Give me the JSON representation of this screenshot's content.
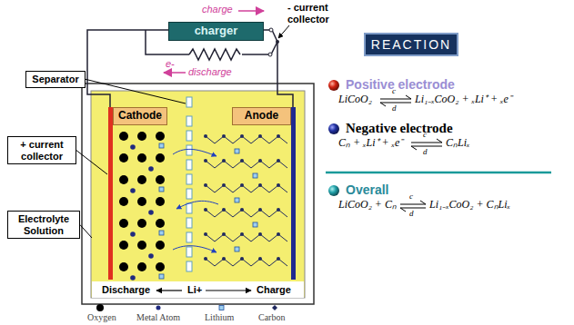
{
  "diagram": {
    "nodes": [
      {
        "text": [
          "charger"
        ]
      },
      {
        "text": [
          "Cathode"
        ]
      },
      {
        "text": [
          "Anode"
        ]
      },
      {
        "text": [
          "Separator"
        ]
      },
      {
        "text": [
          "+ current collector"
        ]
      },
      {
        "text": [
          "Electrolyte Solution"
        ]
      },
      {
        "text": [
          "REACTION"
        ]
      }
    ],
    "labels": [
      "charge",
      "- current collector",
      "e-",
      "discharge",
      "Discharge",
      "Li+",
      "Charge",
      "Positive electrode",
      "LiCoO₂",
      "c",
      "d",
      "Li₁₋ₓCoO₂ + ₓLi⁺ + ₓe⁻",
      "Negative electrode",
      "Cₙ + ₓLi⁺ + ₓe⁻",
      "c",
      "d",
      "CₙLiₓ",
      "Overall",
      "LiCoO₂ + Cₙ",
      "c",
      "d",
      "Li₁₋ₓCoO₂ + CₙLiₓ"
    ],
    "legend": [
      {
        "text": "Oxygen"
      },
      {
        "text": "Metal Atom"
      },
      {
        "text": "Lithium"
      },
      {
        "text": "Carbon"
      }
    ]
  }
}
